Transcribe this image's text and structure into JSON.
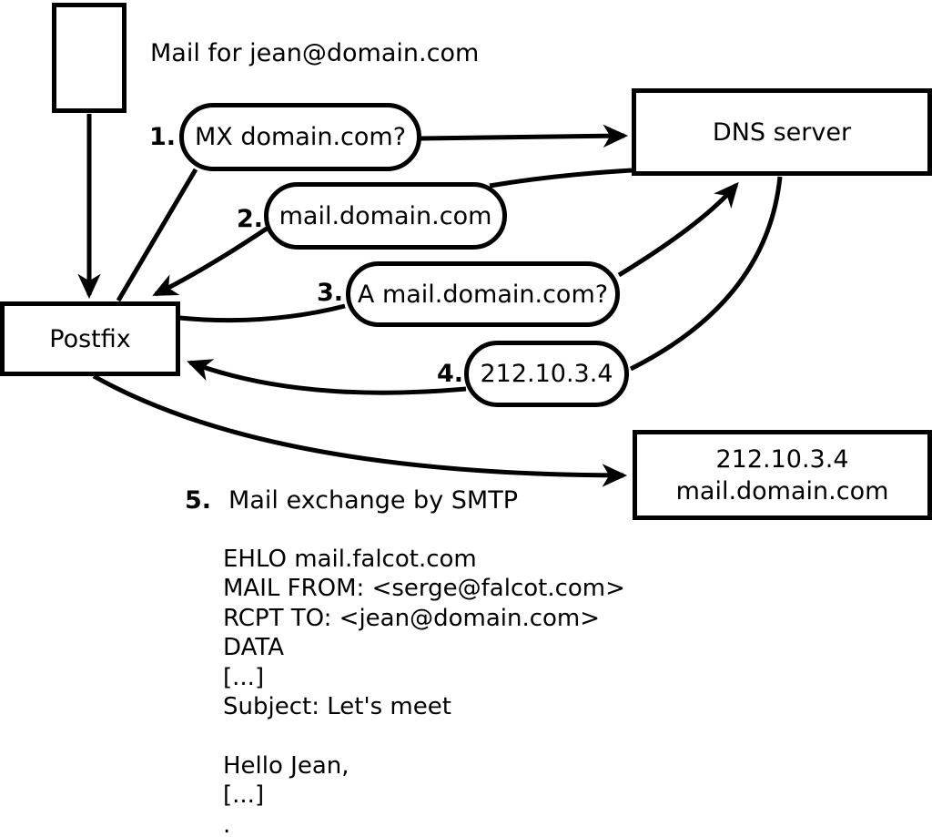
{
  "diagram": {
    "mail_label": "Mail for jean@domain.com",
    "postfix_label": "Postfix",
    "dns_label": "DNS server",
    "target_box": {
      "line1": "212.10.3.4",
      "line2": "mail.domain.com"
    },
    "steps": [
      {
        "num": "1.",
        "label": "MX domain.com?"
      },
      {
        "num": "2.",
        "label": "mail.domain.com"
      },
      {
        "num": "3.",
        "label": "A mail.domain.com?"
      },
      {
        "num": "4.",
        "label": "212.10.3.4"
      },
      {
        "num": "5.",
        "label": "Mail exchange by SMTP"
      }
    ],
    "smtp_session": {
      "lines": [
        "EHLO mail.falcot.com",
        "MAIL FROM: <serge@falcot.com>",
        "RCPT TO: <jean@domain.com>",
        "DATA",
        "[...]",
        "Subject: Let's meet",
        "",
        "Hello Jean,",
        "[...]",
        "."
      ]
    },
    "colors": {
      "stroke": "#000000",
      "background": "#ffffff"
    }
  }
}
